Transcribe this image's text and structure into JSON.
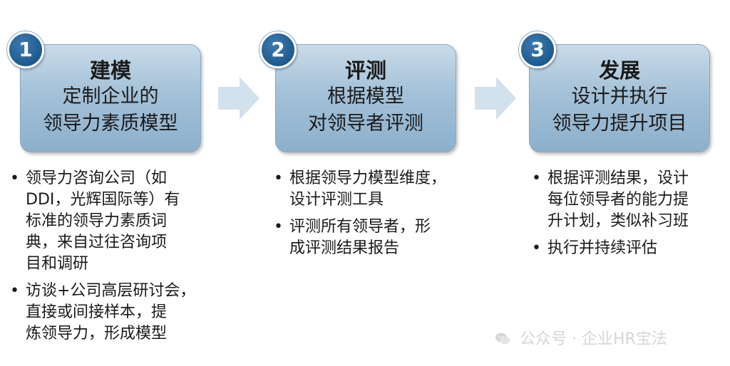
{
  "steps": [
    {
      "number": "1",
      "title": "建模",
      "lines": [
        "定制企业的",
        "领导力素质模型"
      ],
      "bullets": [
        [
          "领导力咨询公司（如",
          "DDI，光辉国际等）有",
          "标准的领导力素质词",
          "典，来自过往咨询项",
          "目和调研"
        ],
        [
          "访谈+公司高层研讨会，",
          "直接或间接样本，提",
          "炼领导力，形成模型"
        ]
      ]
    },
    {
      "number": "2",
      "title": "评测",
      "lines": [
        "根据模型",
        "对领导者评测"
      ],
      "bullets": [
        [
          "根据领导力模型维度，",
          "设计评测工具"
        ],
        [
          "评测所有领导者，形",
          "成评测结果报告"
        ]
      ]
    },
    {
      "number": "3",
      "title": "发展",
      "lines": [
        "设计并执行",
        "领导力提升项目"
      ],
      "bullets": [
        [
          "根据评测结果，设计",
          "每位领导者的能力提",
          "升计划，类似补习班"
        ],
        [
          "执行并持续评估"
        ]
      ]
    }
  ],
  "bullet_symbol": "•",
  "watermark": {
    "icon": "wechat-icon",
    "text": "公众号 · 企业HR宝法"
  },
  "colors": {
    "box_top": "#c9dbe9",
    "box_bottom": "#8cb0cc",
    "badge": "#1f5a8e",
    "arrow": "#d3e1ec"
  }
}
